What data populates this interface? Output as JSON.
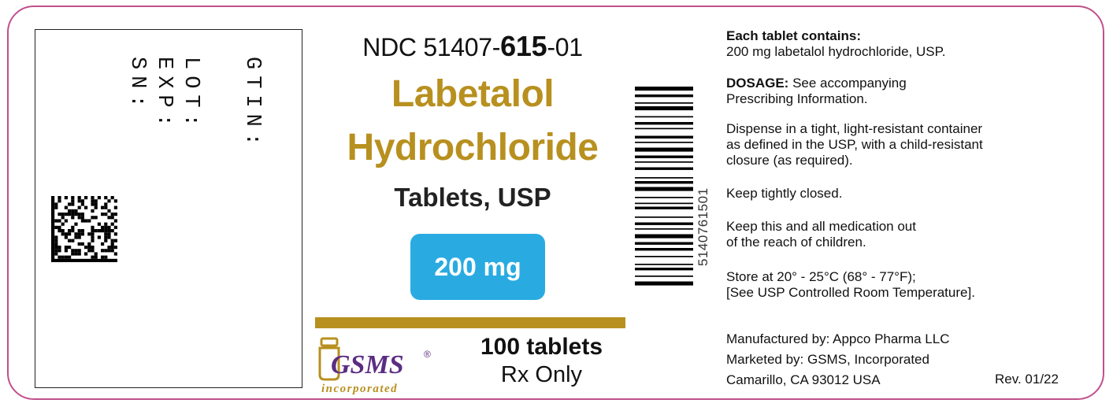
{
  "left_panel": {
    "gtin_label": "GTIN:",
    "lot_label": "LOT:",
    "exp_label": "EXP:",
    "sn_label": "SN:"
  },
  "center": {
    "ndc_prefix": "NDC 51407-",
    "ndc_bold": "615",
    "ndc_suffix": "-01",
    "drug_line1": "Labetalol",
    "drug_line2": "Hydrochloride",
    "dosage_form": "Tablets, USP",
    "strength": "200 mg",
    "count": "100 tablets",
    "rx_only": "Rx Only"
  },
  "logo": {
    "name": "GSMS",
    "registered": "®",
    "subtitle": "incorporated"
  },
  "barcode": {
    "number": "5140761501"
  },
  "info": {
    "contains_title": "Each tablet contains:",
    "contains_text": "200 mg labetalol hydrochloride, USP.",
    "dosage_label": "DOSAGE:",
    "dosage_text1": " See accompanying",
    "dosage_text2": "Prescribing Information.",
    "dispense_1": "Dispense in a tight, light-resistant container",
    "dispense_2": "as defined in the USP, with a child-resistant",
    "dispense_3": "closure (as required).",
    "keep_closed": "Keep tightly closed.",
    "warning_1": "Keep this and all medication out",
    "warning_2": "of the reach of children.",
    "store_1": "Store at 20° - 25°C (68° - 77°F);",
    "store_2": "[See USP Controlled Room Temperature].",
    "manufactured": "Manufactured by: Appco Pharma LLC",
    "marketed": "Marketed by: GSMS, Incorporated",
    "address": "Camarillo, CA 93012 USA",
    "revision": "Rev. 01/22"
  },
  "colors": {
    "border": "#c0508c",
    "gold": "#b8901f",
    "strength_blue": "#29abe2",
    "logo_purple": "#5b2d82"
  }
}
